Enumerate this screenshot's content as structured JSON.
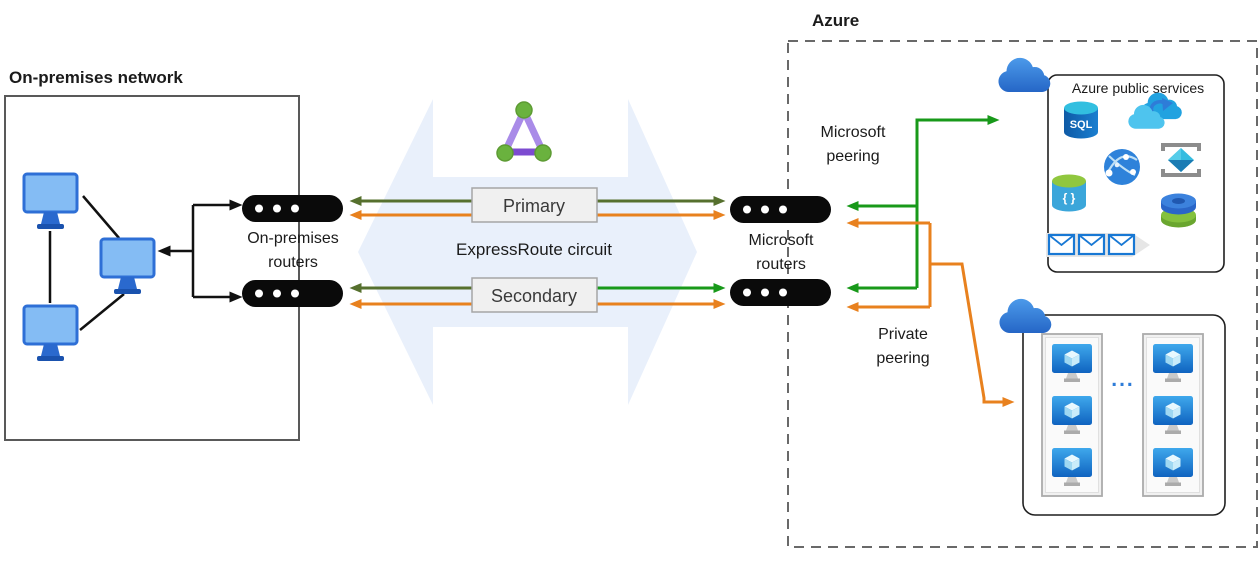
{
  "colors": {
    "primary_path_olive": "#56702e",
    "secondary_path_green": "#18991a",
    "path_orange": "#e8811e",
    "background_arrow_blue": "#e9f0fb",
    "azure_cloud_blue": "#2e7cd8",
    "router_black": "#0a0a0a",
    "box_border_gray": "#595959"
  },
  "icons": {
    "circuit": "triangle-nodes-icon",
    "router": "router-pill-icon",
    "computer": "monitor-icon",
    "cloud": "cloud-icon",
    "sql": "sql-database-icon",
    "cloud_sync": "cloud-arrow-icon",
    "globe": "network-globe-icon",
    "managed_app": "bracketed-cube-icon",
    "disks": "stacked-disks-icon",
    "messages": "envelope-banner-icon",
    "vm": "virtual-machine-icon"
  },
  "on_premises": {
    "title": "On-premises network",
    "routers_line1": "On-premises",
    "routers_line2": "routers"
  },
  "circuit": {
    "primary_label": "Primary",
    "secondary_label": "Secondary",
    "label": "ExpressRoute circuit"
  },
  "azure": {
    "title": "Azure",
    "microsoft_routers_line1": "Microsoft",
    "microsoft_routers_line2": "routers",
    "microsoft_peering_line1": "Microsoft",
    "microsoft_peering_line2": "peering",
    "private_peering_line1": "Private",
    "private_peering_line2": "peering",
    "public_services": {
      "title": "Azure public services",
      "sql_label": "SQL",
      "braces_label": "{ }"
    },
    "vms": {
      "ellipsis": "..."
    }
  }
}
